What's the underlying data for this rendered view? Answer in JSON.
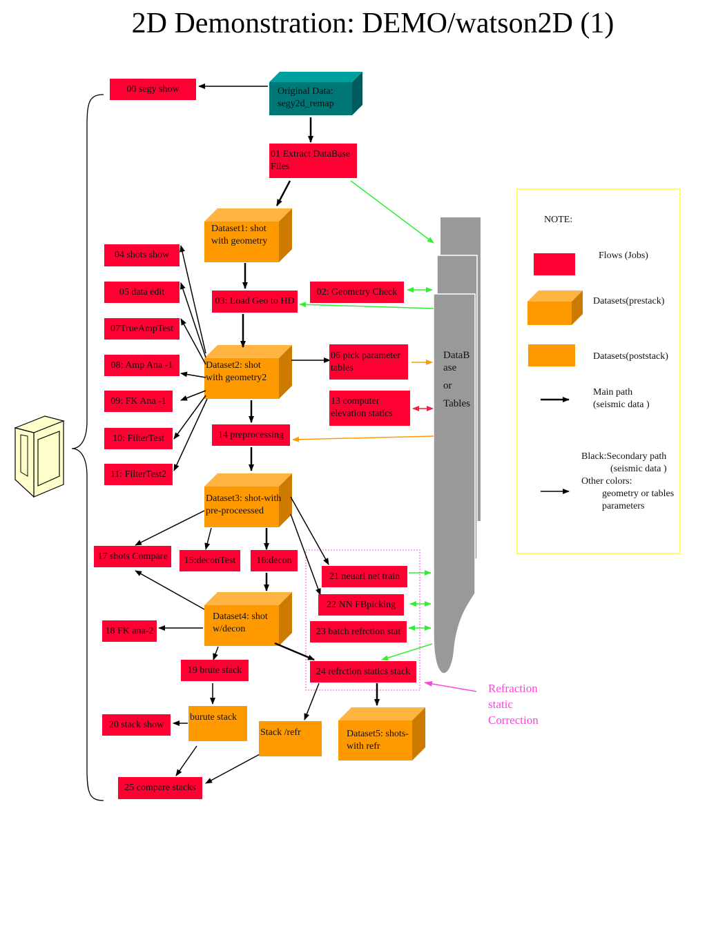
{
  "title": "2D Demonstration: DEMO/watson2D (1)",
  "original": {
    "line1": "Original Data:",
    "line2": "segy2d_remap"
  },
  "flows": {
    "f00": "00 segy show",
    "f01": "01 Extract DataBase Files",
    "f02": "02: Geometry Check",
    "f03": "03: Load Geo to HD",
    "f04": "04 shots show",
    "f05": "05 data edit",
    "f07": "07TrueAmpTest",
    "f08": "08: Amp Ana -1",
    "f09": "09: FK Ana -1",
    "f10": "10: FilterTest",
    "f11": "11: FilterTest2",
    "f06": "06 pick parameter tables",
    "f13": "13 computer elevation statics",
    "f14": "14 preprocessing",
    "f15": "15:deconTest",
    "f16": "16:decon",
    "f17": "17 shots Compare",
    "f18": "18 FK ana-2",
    "f19": "19 brute stack",
    "f20": "20 stack show",
    "f21": "21 neuarl net train",
    "f22": "22 NN FBpicking",
    "f23": "23 batch refrction stat",
    "f24": "24 refrction statics stack",
    "f25": "25 compare stacks"
  },
  "datasets": {
    "d1": "Dataset1: shot with geometry",
    "d2": "Dataset2: shot with geometry2",
    "d3": "Dataset3: shot-with pre-proceessed",
    "d4": "Dataset4: shot w/decon",
    "d5": "Dataset5: shots-with refr"
  },
  "stacks": {
    "burute": "burute stack",
    "refr": "Stack /refr"
  },
  "database": {
    "line1": "DataB",
    "line2": "ase",
    "line3": "or",
    "line4": "Tables"
  },
  "note": {
    "title": "NOTE:",
    "flows": "Flows (Jobs)",
    "prestack": "Datasets(prestack)",
    "poststack": "Datasets(poststack)",
    "main1": "Main path",
    "main2": "(seismic data )",
    "sec1": "Black:Secondary path",
    "sec2": "(seismic data )",
    "sec3": "Other colors:",
    "sec4": "geometry or tables",
    "sec5": "parameters"
  },
  "refraction": {
    "line1": "Refraction",
    "line2": "static",
    "line3": "Correction"
  },
  "colors": {
    "flow_red": "#ff0033",
    "dataset_orange": "#ff9900",
    "original_teal": "#007777",
    "database_gray": "#999999",
    "note_border": "#ffff66",
    "refraction_magenta": "#ff44dd",
    "geometry_green": "#33ee33"
  },
  "icons": {
    "project": "folder-icon"
  }
}
